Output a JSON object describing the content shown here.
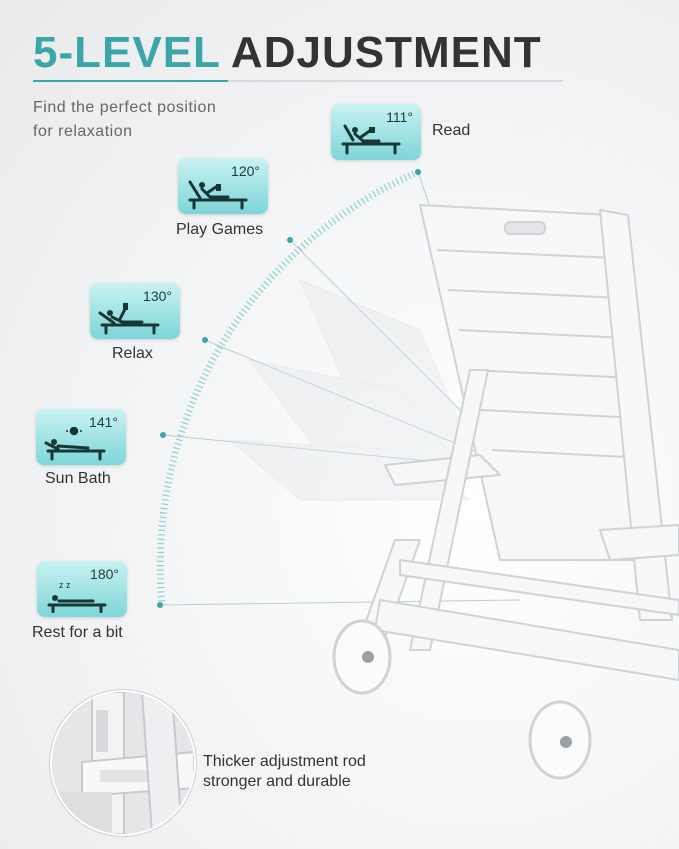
{
  "title": {
    "accent": "5-LEVEL",
    "rest": "ADJUSTMENT"
  },
  "subtitle": {
    "line1": "Find the perfect position",
    "line2": "for relaxation"
  },
  "positions": [
    {
      "angle": "111°",
      "label": "Read"
    },
    {
      "angle": "120°",
      "label": "Play Games"
    },
    {
      "angle": "130°",
      "label": "Relax"
    },
    {
      "angle": "141°",
      "label": "Sun Bath"
    },
    {
      "angle": "180°",
      "label": "Rest for a bit"
    }
  ],
  "zz": "z z",
  "detail": {
    "line1": "Thicker adjustment rod",
    "line2": "stronger and durable"
  },
  "icons": [
    "reading-person-icon",
    "gaming-person-icon",
    "relaxing-person-icon",
    "sunbathing-person-icon",
    "sleeping-person-icon",
    "sun-icon"
  ],
  "colors": {
    "accent": "#3aa6a8",
    "card": "#9fe3e5",
    "text": "#333333"
  }
}
